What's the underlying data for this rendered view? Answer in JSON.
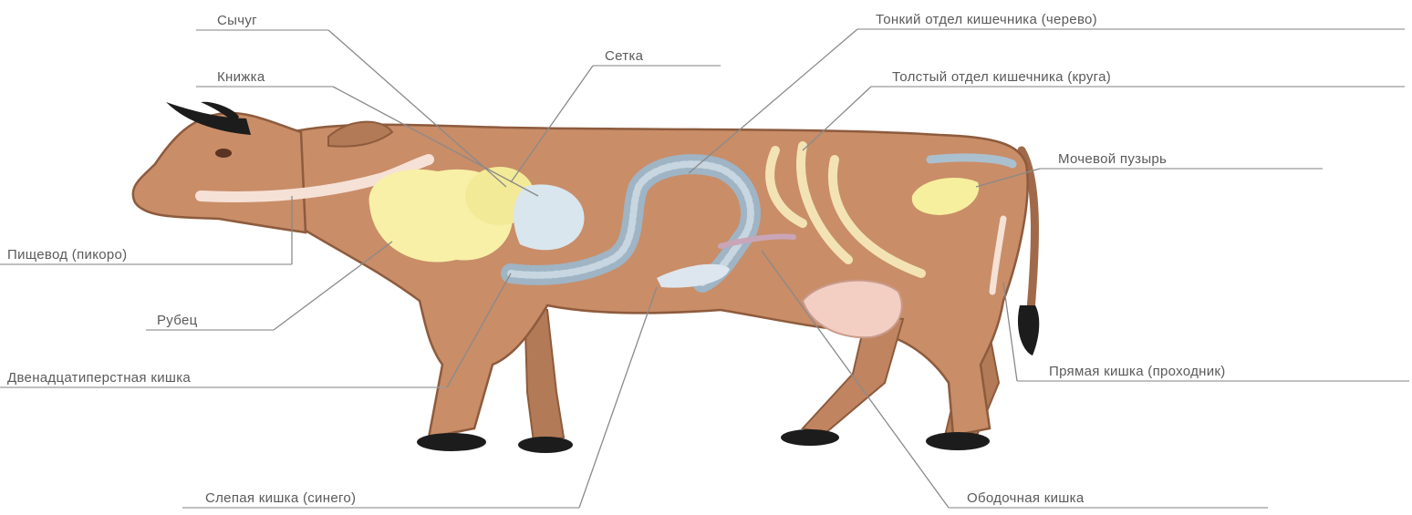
{
  "labels": {
    "syrug": "Сычуг",
    "knizhka": "Книжка",
    "setka": "Сетка",
    "pishchevod": "Пищевод (пикоро)",
    "rubets": "Рубец",
    "dvenadtsat": "Двенадцатиперстная кишка",
    "slepaya": "Слепая кишка (синего)",
    "tonkiy": "Тонкий отдел кишечника (черево)",
    "tolstyy": "Толстый отдел кишечника (круга)",
    "mochevoy": "Мочевой пузырь",
    "pryamaya": "Прямая кишка (проходник)",
    "obodochnaya": "Ободочная кишка"
  },
  "colors": {
    "body": "#c98d68",
    "body_dark": "#a06a4a",
    "stomach_yellow": "#f7f0a6",
    "abomasum_blue": "#d9e6ee",
    "intestine_blue": "#9fb4c4",
    "colon_cream": "#f3e3b4",
    "udder": "#f2cfc2",
    "hoof": "#1c1c1c",
    "line": "#8a8a8a"
  }
}
